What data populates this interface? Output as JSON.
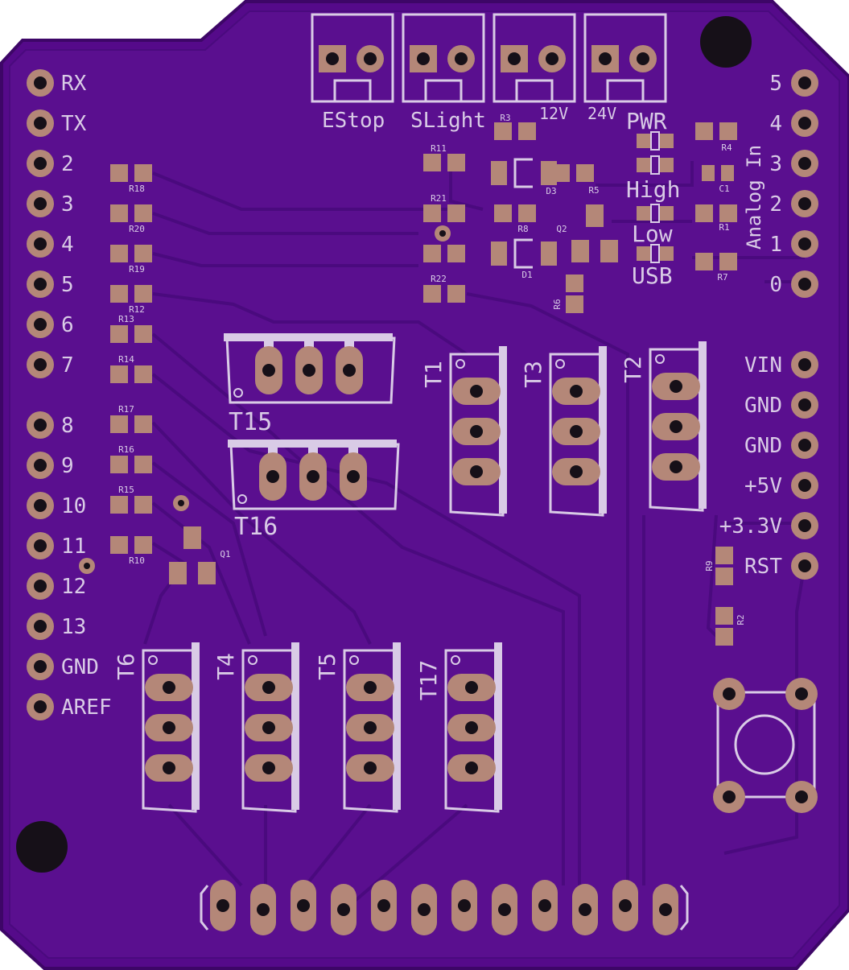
{
  "colors": {
    "board": "#550a8a",
    "board_edge": "#3d0667",
    "copper": "#5e1294",
    "trace": "#4a0a7e",
    "silk": "#d9cbe6",
    "pad": "#b48778",
    "hole": "#161018"
  },
  "left_header_labels": [
    "RX",
    "TX",
    "2",
    "3",
    "4",
    "5",
    "6",
    "7",
    "8",
    "9",
    "10",
    "11",
    "12",
    "13",
    "GND",
    "AREF"
  ],
  "right_header_top_labels": [
    "5",
    "4",
    "3",
    "2",
    "1",
    "0"
  ],
  "analog_label": "Analog In",
  "right_header_bottom_labels": [
    "VIN",
    "GND",
    "GND",
    "+5V",
    "+3.3V",
    "RST"
  ],
  "terminal_labels": [
    "EStop",
    "SLight",
    "12V",
    "24V"
  ],
  "status_labels": [
    "PWR",
    "High",
    "Low",
    "USB"
  ],
  "transistor_labels": {
    "T1": "T1",
    "T2": "T2",
    "T3": "T3",
    "T4": "T4",
    "T5": "T5",
    "T6": "T6",
    "T17": "T17",
    "T15": "T15",
    "T16": "T16"
  },
  "component_labels": {
    "R1": "R1",
    "R2": "R2",
    "R3": "R3",
    "R4": "R4",
    "R5": "R5",
    "R6": "R6",
    "R7": "R7",
    "R8": "R8",
    "R9": "R9",
    "R10": "R10",
    "R11": "R11",
    "R12": "R12",
    "R13": "R13",
    "R14": "R14",
    "R15": "R15",
    "R16": "R16",
    "R17": "R17",
    "R18": "R18",
    "R19": "R19",
    "R20": "R20",
    "R21": "R21",
    "R22": "R22",
    "C1": "C1",
    "D1": "D1",
    "D3": "D3",
    "Q1": "Q1",
    "Q2": "Q2"
  }
}
